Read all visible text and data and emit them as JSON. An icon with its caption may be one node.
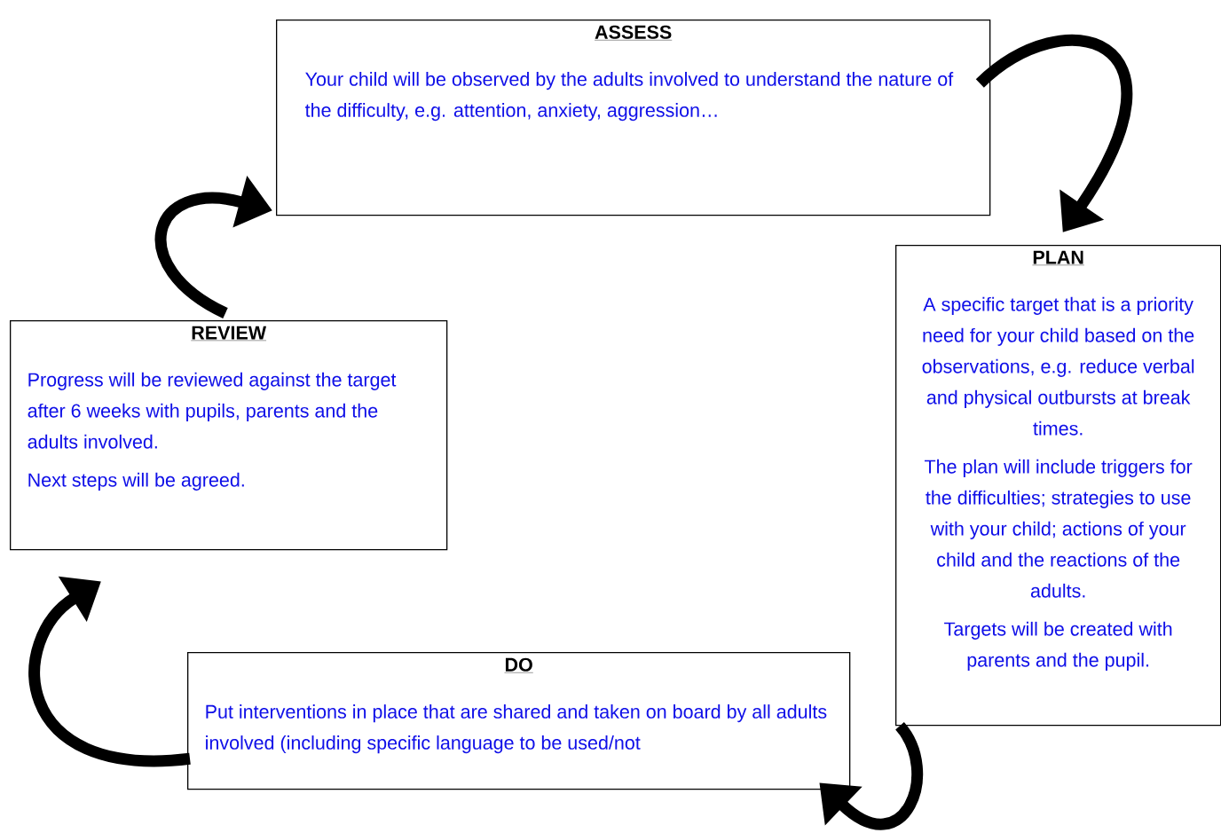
{
  "diagram": {
    "nodes": [
      {
        "text": [
          "ASSESS",
          "Your child will be observed by the adults involved to understand the nature of the difficulty, e.g. attention, anxiety, aggression…"
        ]
      },
      {
        "text": [
          "PLAN",
          "A specific target that is a priority need for your child based on the observations, e.g. reduce verbal and physical outbursts at break times.",
          "The plan will include triggers for the difficulties; strategies to use with your child; actions of your child and the reactions of the adults.",
          "Targets will be created with parents and the pupil."
        ]
      },
      {
        "text": [
          "DO",
          "Put interventions in place that are shared and taken on board by all adults involved (including specific language to be used/not"
        ]
      },
      {
        "text": [
          "REVIEW",
          "Progress will be reviewed against the target after 6 weeks with pupils, parents and the adults involved.",
          "Next steps will be agreed."
        ]
      }
    ],
    "edges": [
      {
        "from": 0,
        "to": 1,
        "arrow": "to"
      },
      {
        "from": 1,
        "to": 2,
        "arrow": "to"
      },
      {
        "from": 2,
        "to": 3,
        "arrow": "to"
      },
      {
        "from": 3,
        "to": 0,
        "arrow": "to"
      }
    ]
  }
}
